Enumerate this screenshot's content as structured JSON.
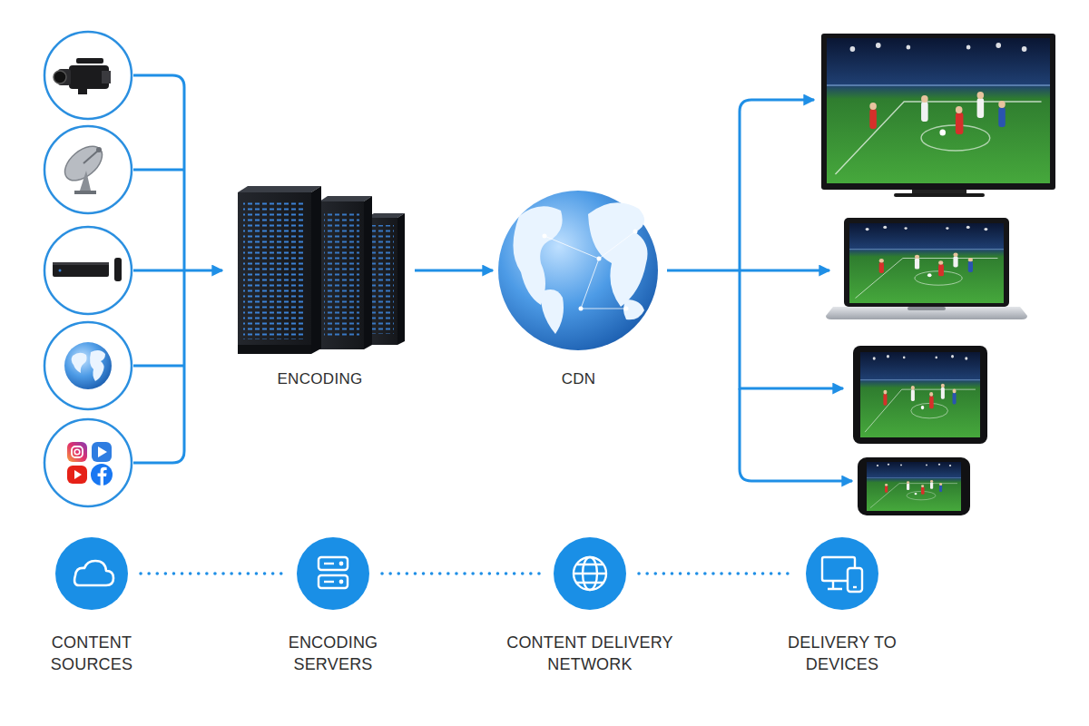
{
  "diagram": {
    "nodes": [
      {
        "text": [
          "ENCODING"
        ]
      },
      {
        "text": [
          "CDN"
        ]
      },
      {
        "text": [
          "CONTENT SOURCES"
        ]
      },
      {
        "text": [
          "ENCODING SERVERS"
        ]
      },
      {
        "text": [
          "CONTENT DELIVERY NETWORK"
        ]
      },
      {
        "text": [
          "DELIVERY TO DEVICES"
        ]
      }
    ],
    "edges": [
      {
        "from": 0,
        "to": 1,
        "arrow": "to"
      },
      {
        "from": 2,
        "to": 3,
        "arrow": "none"
      },
      {
        "from": 3,
        "to": 4,
        "arrow": "none"
      },
      {
        "from": 4,
        "to": 5,
        "arrow": "none"
      }
    ]
  }
}
